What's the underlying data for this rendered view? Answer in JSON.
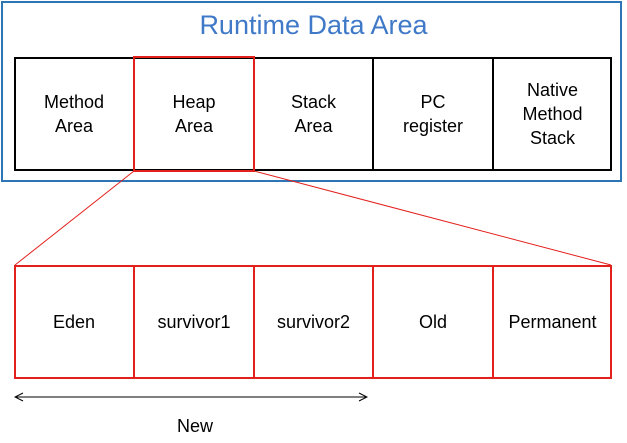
{
  "title": "Runtime Data Area",
  "runtime_areas": [
    {
      "label": "Method\nArea"
    },
    {
      "label": "Heap\nArea"
    },
    {
      "label": "Stack\nArea"
    },
    {
      "label": "PC\nregister"
    },
    {
      "label": "Native\nMethod\nStack"
    }
  ],
  "heap_areas": [
    {
      "label": "Eden"
    },
    {
      "label": "survivor1"
    },
    {
      "label": "survivor2"
    },
    {
      "label": "Old"
    },
    {
      "label": "Permanent"
    }
  ],
  "new_label": "New",
  "colors": {
    "frame": "#2e75b6",
    "title": "#3f79c8",
    "highlight": "#e3211c",
    "box_border": "#000000"
  }
}
